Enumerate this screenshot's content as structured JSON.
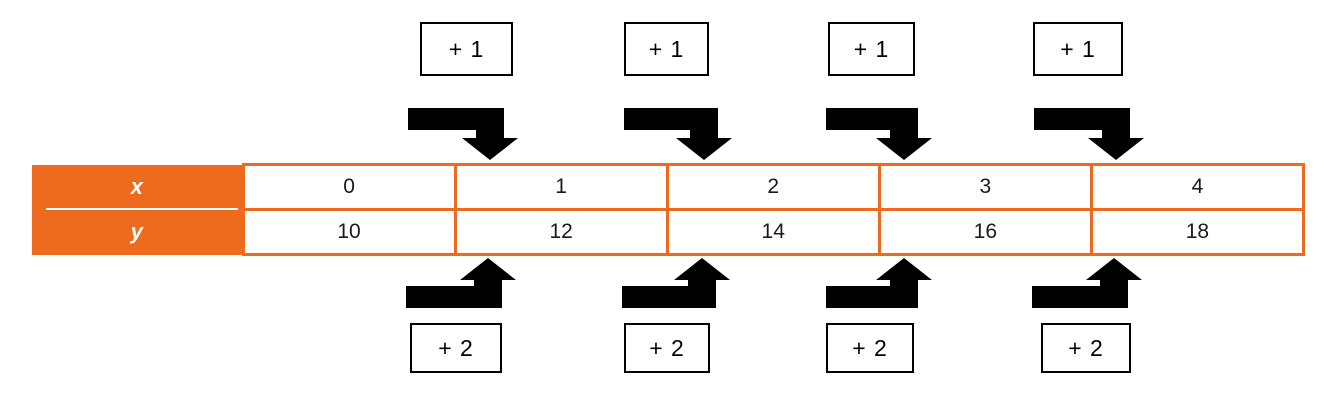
{
  "diagram": {
    "title_visible": false,
    "colors": {
      "header_orange": "#ED6A1F",
      "border_orange": "#ED6A1F",
      "arrow_black": "#000000",
      "cell_background": "#FFFFFF",
      "header_text": "#FFFFFF"
    },
    "table": {
      "row_labels": {
        "x": "x",
        "y": "y"
      },
      "x_values": [
        "0",
        "1",
        "2",
        "3",
        "4"
      ],
      "y_values": [
        "10",
        "12",
        "14",
        "16",
        "18"
      ]
    },
    "top_deltas": [
      {
        "label": "+ 1"
      },
      {
        "label": "+ 1"
      },
      {
        "label": "+ 1"
      },
      {
        "label": "+ 1"
      }
    ],
    "bottom_deltas": [
      {
        "label": "+ 2"
      },
      {
        "label": "+ 2"
      },
      {
        "label": "+ 2"
      },
      {
        "label": "+ 2"
      }
    ],
    "top_arrows": [
      {
        "name": "down-elbow-arrow-1"
      },
      {
        "name": "down-elbow-arrow-2"
      },
      {
        "name": "down-elbow-arrow-3"
      },
      {
        "name": "down-elbow-arrow-4"
      }
    ],
    "bottom_arrows": [
      {
        "name": "up-elbow-arrow-1"
      },
      {
        "name": "up-elbow-arrow-2"
      },
      {
        "name": "up-elbow-arrow-3"
      },
      {
        "name": "up-elbow-arrow-4"
      }
    ]
  },
  "chart_data": {
    "type": "table",
    "title": "",
    "xlabel": "x",
    "ylabel": "y",
    "categories": [
      "0",
      "1",
      "2",
      "3",
      "4"
    ],
    "series": [
      {
        "name": "x",
        "values": [
          0,
          1,
          2,
          3,
          4
        ]
      },
      {
        "name": "y",
        "values": [
          10,
          12,
          14,
          16,
          18
        ]
      }
    ],
    "annotations": {
      "x_step_labels": [
        "+ 1",
        "+ 1",
        "+ 1",
        "+ 1"
      ],
      "y_step_labels": [
        "+ 2",
        "+ 2",
        "+ 2",
        "+ 2"
      ],
      "x_common_difference": 1,
      "y_common_difference": 2
    },
    "grid": false,
    "legend": "none"
  }
}
